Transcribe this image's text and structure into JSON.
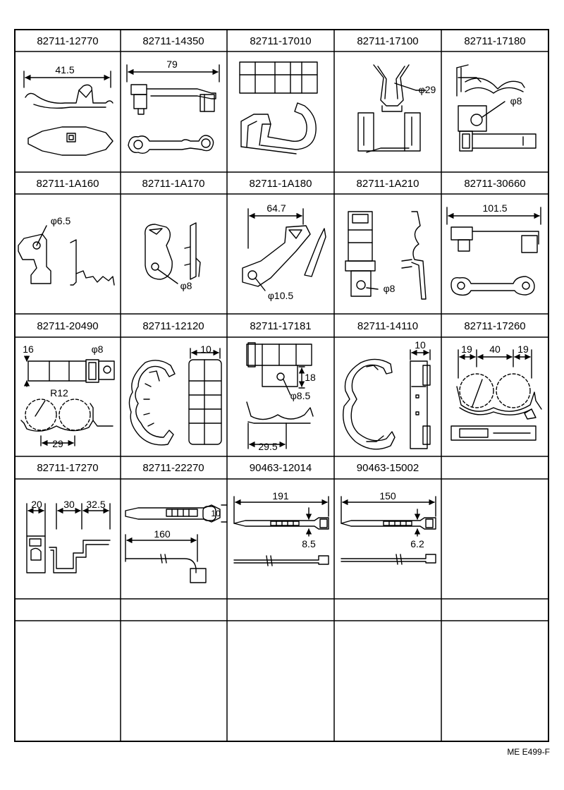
{
  "footer": {
    "code": "ME  E499-F"
  },
  "rows": [
    [
      {
        "part": "82711-12770",
        "dims": [
          "41.5"
        ]
      },
      {
        "part": "82711-14350",
        "dims": [
          "79"
        ]
      },
      {
        "part": "82711-17010",
        "dims": []
      },
      {
        "part": "82711-17100",
        "dims": [
          "φ29"
        ]
      },
      {
        "part": "82711-17180",
        "dims": [
          "φ8"
        ]
      }
    ],
    [
      {
        "part": "82711-1A160",
        "dims": [
          "φ6.5"
        ]
      },
      {
        "part": "82711-1A170",
        "dims": [
          "φ8"
        ]
      },
      {
        "part": "82711-1A180",
        "dims": [
          "64.7",
          "φ10.5"
        ]
      },
      {
        "part": "82711-1A210",
        "dims": [
          "φ8"
        ]
      },
      {
        "part": "82711-30660",
        "dims": [
          "101.5"
        ]
      }
    ],
    [
      {
        "part": "82711-20490",
        "dims": [
          "16",
          "φ8",
          "R12",
          "29"
        ]
      },
      {
        "part": "82711-12120",
        "dims": [
          "10"
        ]
      },
      {
        "part": "82711-17181",
        "dims": [
          "18",
          "φ8.5",
          "29.5"
        ]
      },
      {
        "part": "82711-14110",
        "dims": [
          "10"
        ]
      },
      {
        "part": "82711-17260",
        "dims": [
          "19",
          "40",
          "19"
        ]
      }
    ],
    [
      {
        "part": "82711-17270",
        "dims": [
          "20",
          "30",
          "32.5"
        ]
      },
      {
        "part": "82711-22270",
        "dims": [
          "10",
          "160"
        ]
      },
      {
        "part": "90463-12014",
        "dims": [
          "191",
          "8.5"
        ]
      },
      {
        "part": "90463-15002",
        "dims": [
          "150",
          "6.2"
        ]
      },
      {
        "part": "",
        "dims": []
      }
    ]
  ]
}
